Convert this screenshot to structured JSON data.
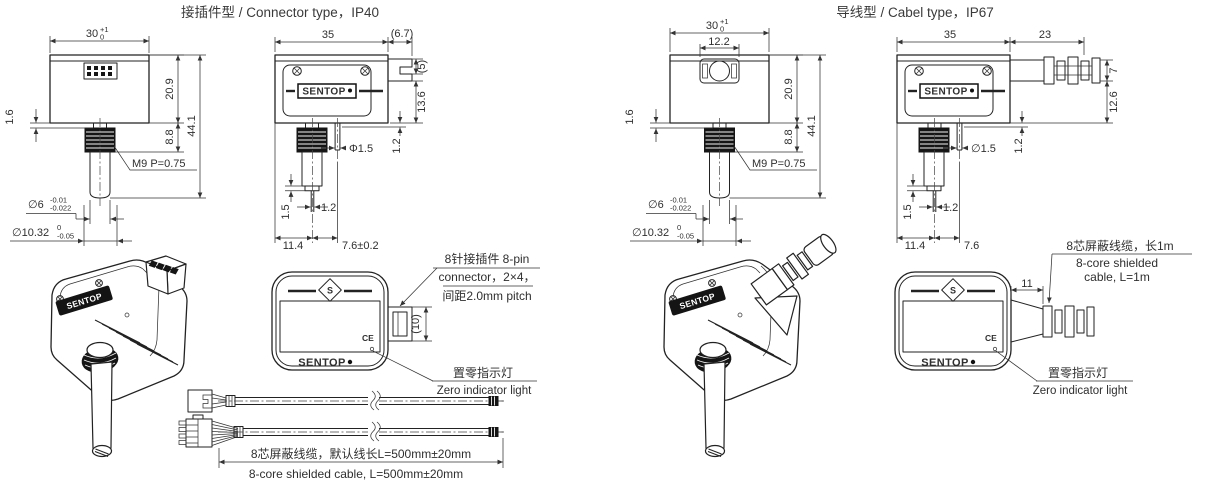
{
  "page": {
    "background": "#ffffff",
    "line_color": "#222222",
    "text_color": "#2f2f2f"
  },
  "brand": "SENTOP",
  "logo_letter": "S",
  "ce_mark": "CE",
  "left": {
    "title": "接插件型 / Connector type，IP40",
    "front": {
      "width": "30",
      "width_tol_up": "+1",
      "width_tol_low": "0",
      "neck_height": "1.6",
      "body_height": "20.9",
      "total_height": "44.1",
      "thread_height": "8.8",
      "thread_spec": "M9 P=0.75",
      "shaft_dia": "∅6",
      "shaft_tol_up": "-0.01",
      "shaft_tol_low": "-0.022",
      "bush_dia": "∅10.32",
      "bush_tol_up": "0",
      "bush_tol_low": "-0.05"
    },
    "side": {
      "width": "35",
      "conn_width": "(6.7)",
      "conn_height": "(5)",
      "conn_bottom": "13.6",
      "pin_offset": "1.2",
      "pin_dia": "Φ1.5",
      "tip_step": "1.5",
      "slot_width": "1.2",
      "dist1": "11.4",
      "dist2": "7.6±0.2"
    },
    "back": {
      "conn_height": "(10)",
      "connector_note1": "8针接插件 8-pin",
      "connector_note2": "connector，2×4，",
      "connector_note3": "间距2.0mm pitch",
      "zero_cn": "置零指示灯",
      "zero_en": "Zero indicator light"
    },
    "cable": {
      "note_cn": "8芯屏蔽线缆，默认线长L=500mm±20mm",
      "note_en": "8-core shielded cable, L=500mm±20mm"
    }
  },
  "right": {
    "title": "导线型 / Cabel type，IP67",
    "front": {
      "width": "30",
      "width_tol_up": "+1",
      "width_tol_low": "0",
      "gland_width": "12.2",
      "neck_height": "1.6",
      "body_height": "20.9",
      "total_height": "44.1",
      "thread_height": "8.8",
      "thread_spec": "M9 P=0.75",
      "shaft_dia": "∅6",
      "shaft_tol_up": "-0.01",
      "shaft_tol_low": "-0.022",
      "bush_dia": "∅10.32",
      "bush_tol_up": "0",
      "bush_tol_low": "-0.05"
    },
    "side": {
      "width": "35",
      "cable_length": "23",
      "cable_height": "7",
      "cable_bottom": "12.6",
      "pin_offset": "1.2",
      "pin_dia": "∅1.5",
      "tip_step": "1.5",
      "slot_width": "1.2",
      "dist1": "11.4",
      "dist2": "7.6"
    },
    "back": {
      "gland_width": "11",
      "cable_note_cn": "8芯屏蔽线缆，长1m",
      "cable_note_en1": "8-core shielded",
      "cable_note_en2": "cable, L=1m",
      "zero_cn": "置零指示灯",
      "zero_en": "Zero indicator light"
    }
  }
}
